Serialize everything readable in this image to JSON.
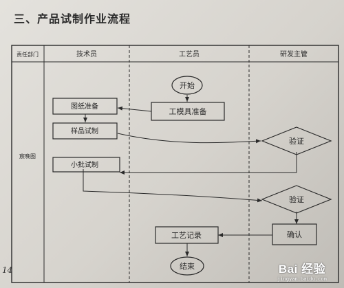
{
  "heading": "三、产品试制作业流程",
  "page_number": "14",
  "table": {
    "corner_header": "责任部门",
    "row_label": "宸晚图",
    "lanes": [
      "技术员",
      "工艺员",
      "研发主管"
    ]
  },
  "nodes": {
    "start": "开始",
    "tooling_prep": "工模具准备",
    "drawing_prep": "图纸准备",
    "sample_trial": "样品试制",
    "verify_1": "验证",
    "small_batch": "小批试制",
    "verify_2": "验证",
    "confirm": "确认",
    "process_record": "工艺记录",
    "end": "结束"
  },
  "watermark": {
    "logo": "Bai 经验",
    "url": "jingyan.baidu.com"
  },
  "colors": {
    "ink": "#2a2a2a",
    "paper": "#dcdad5"
  }
}
